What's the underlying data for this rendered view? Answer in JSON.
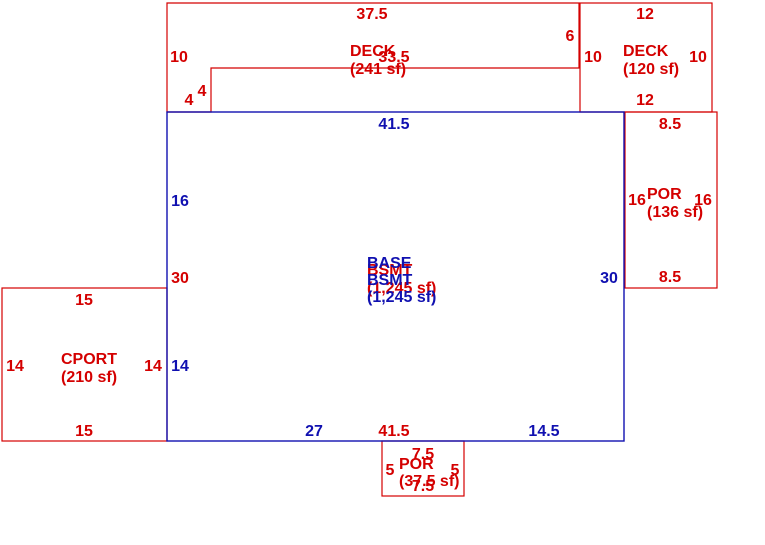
{
  "colors": {
    "addition": "#d40000",
    "main": "#1010b0"
  },
  "areas": {
    "deck_large": {
      "name": "DECK",
      "size": "(241 sf)"
    },
    "deck_small": {
      "name": "DECK",
      "size": "(120 sf)"
    },
    "por_right": {
      "name": "POR",
      "size": "(136 sf)"
    },
    "base": {
      "name": "BASE",
      "size": "(1,245 sf)"
    },
    "bsmt": {
      "name": "BSMT",
      "size": "(1,245 sf)"
    },
    "cport": {
      "name": "CPORT",
      "size": "(210 sf)"
    },
    "por_bottom": {
      "name": "POR",
      "size": "(37.5 sf)"
    }
  },
  "dims": {
    "deck_large_top": "37.5",
    "deck_large_left": "10",
    "deck_large_right": "6",
    "deck_large_inner": "33.5",
    "deck_large_step_a": "4",
    "deck_large_step_b": "4",
    "deck_small_top": "12",
    "deck_small_left": "10",
    "deck_small_right": "10",
    "deck_small_bottom": "12",
    "por_right_top": "8.5",
    "por_right_left": "16",
    "por_right_right": "16",
    "por_right_bottom": "8.5",
    "base_top": "41.5",
    "base_left_upper": "16",
    "base_left_mid": "30",
    "base_left_lower": "14",
    "base_right": "30",
    "base_bottom_left": "27",
    "base_bottom_mid": "41.5",
    "base_bottom_right": "14.5",
    "cport_top": "15",
    "cport_left": "14",
    "cport_right": "14",
    "cport_bottom": "15",
    "por_bottom_top": "7.5",
    "por_bottom_left": "5",
    "por_bottom_right": "5",
    "por_bottom_bottom": "7.5"
  }
}
